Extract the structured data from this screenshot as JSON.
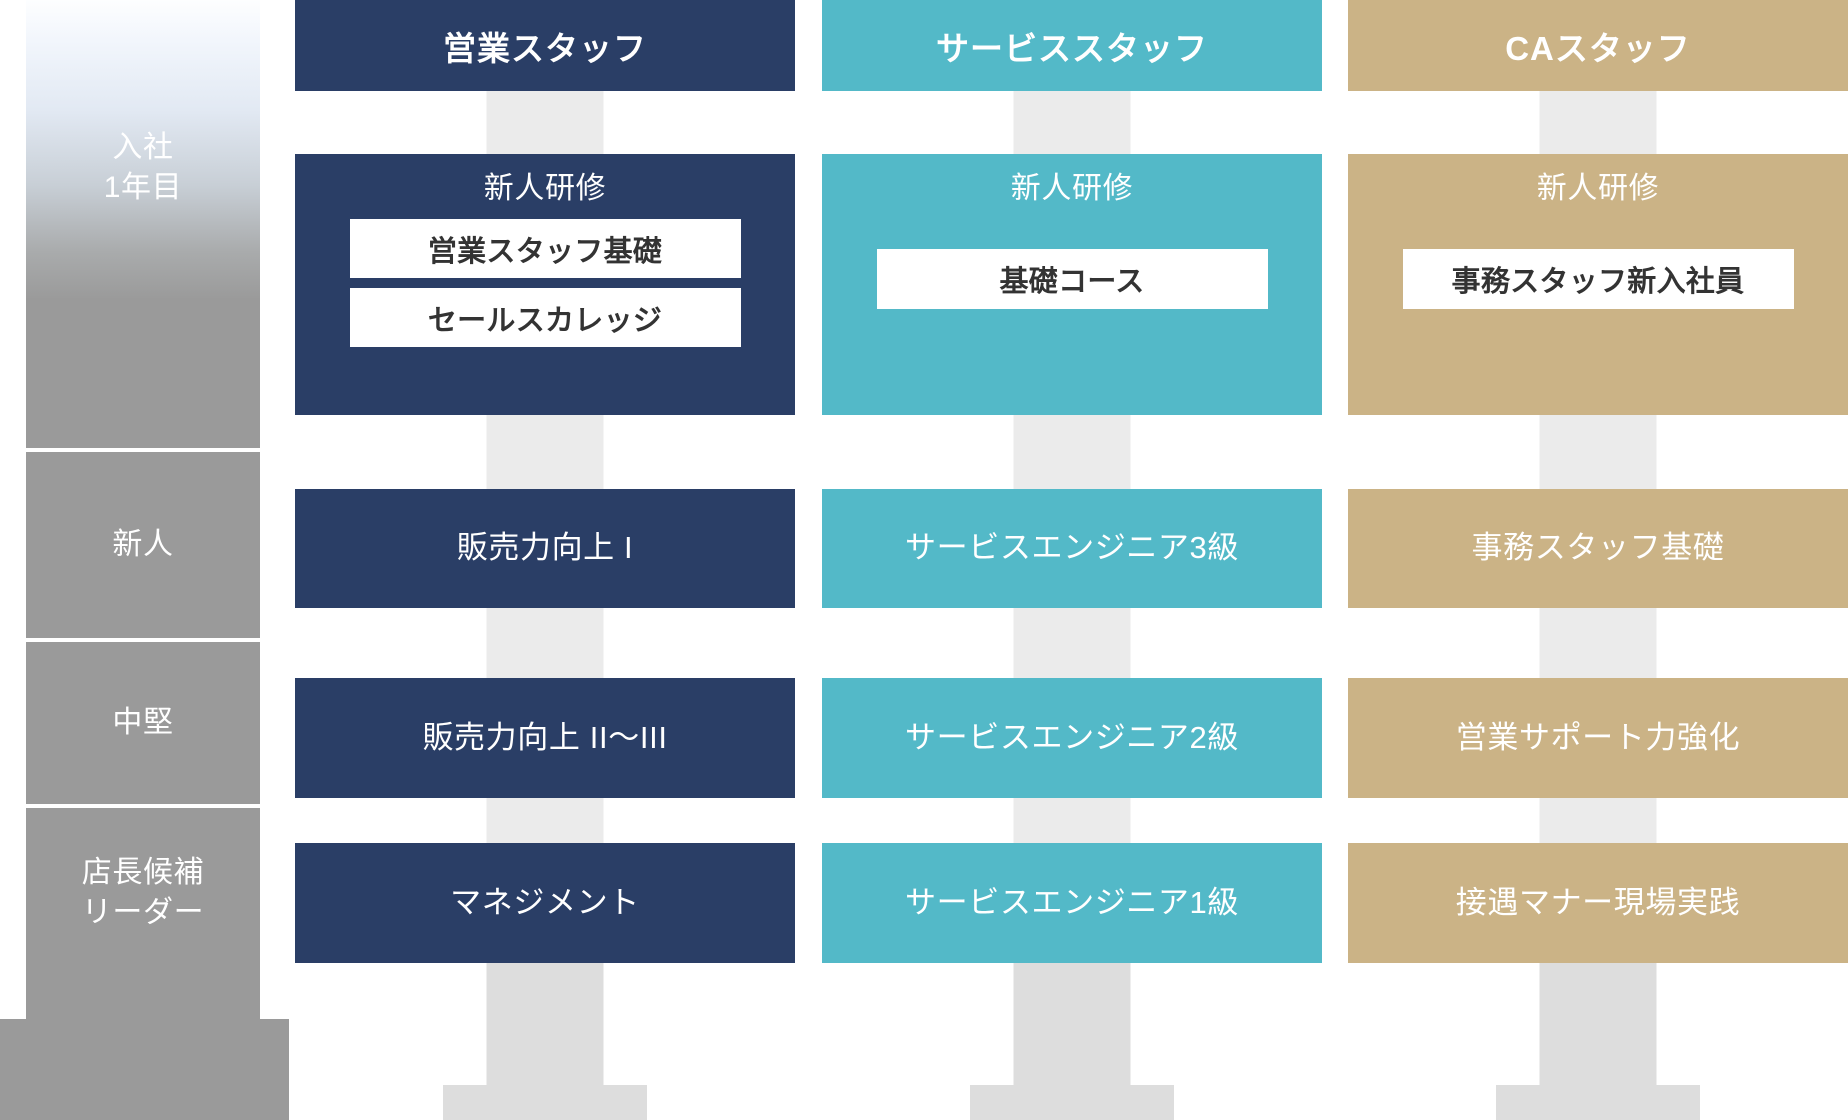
{
  "colors": {
    "sales": "#2a3e66",
    "service": "#53b9c8",
    "ca": "#cbb386",
    "stage_gray": "#9a9a9a",
    "connector": "#ebebeb",
    "connector_bottom": "#dddddd",
    "chip_bg": "#ffffff",
    "chip_text": "#333333"
  },
  "stages": [
    {
      "id": "stage-year-1",
      "lines": [
        "入社",
        "1年目"
      ]
    },
    {
      "id": "stage-newcomer",
      "lines": [
        "新人"
      ]
    },
    {
      "id": "stage-midlevel",
      "lines": [
        "中堅"
      ]
    },
    {
      "id": "stage-manager-candidate",
      "lines": [
        "店長候補",
        "リーダー"
      ]
    }
  ],
  "tracks": [
    {
      "id": "sales-staff",
      "header": "営業スタッフ",
      "color": "#2a3e66",
      "rows": {
        "training": {
          "title": "新人研修",
          "courses": [
            "営業スタッフ基礎",
            "セールスカレッジ"
          ]
        },
        "newcomer": "販売力向上 I",
        "midlevel": "販売力向上 II〜III",
        "leader": "マネジメント"
      }
    },
    {
      "id": "service-staff",
      "header": "サービススタッフ",
      "color": "#53b9c8",
      "rows": {
        "training": {
          "title": "新人研修",
          "courses": [
            "基礎コース"
          ]
        },
        "newcomer": "サービスエンジニア3級",
        "midlevel": "サービスエンジニア2級",
        "leader": "サービスエンジニア1級"
      }
    },
    {
      "id": "ca-staff",
      "header": "CAスタッフ",
      "color": "#cbb386",
      "rows": {
        "training": {
          "title": "新人研修",
          "courses": [
            "事務スタッフ新入社員"
          ]
        },
        "newcomer": "事務スタッフ基礎",
        "midlevel": "営業サポート力強化",
        "leader": "接遇マナー現場実践"
      }
    }
  ]
}
